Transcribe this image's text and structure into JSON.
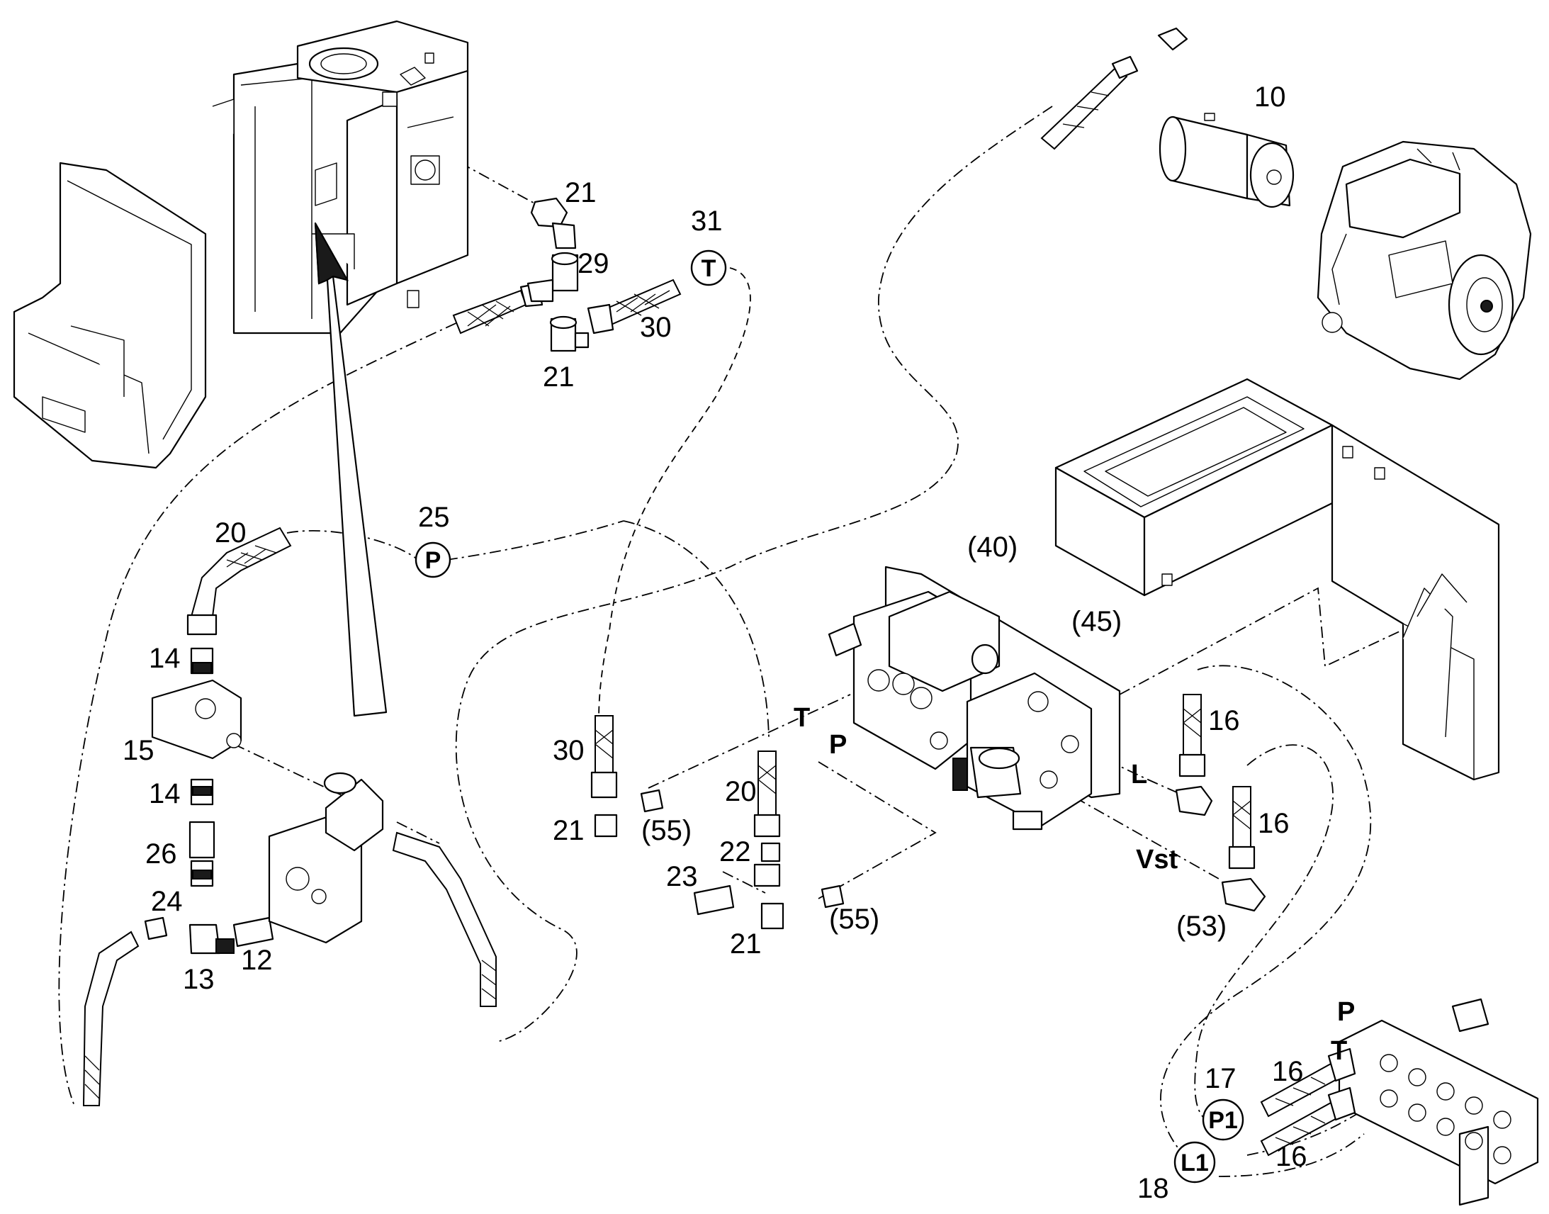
{
  "diagram": {
    "callouts": {
      "c10": "10",
      "c21a": "21",
      "c29": "29",
      "c31": "31",
      "c30a": "30",
      "c21b": "21",
      "c25": "25",
      "c20a": "20",
      "c14a": "14",
      "c15": "15",
      "c14b": "14",
      "c26": "26",
      "c24": "24",
      "c13": "13",
      "c12": "12",
      "c40": "(40)",
      "c45": "(45)",
      "c30b": "30",
      "c21c": "21",
      "c55a": "(55)",
      "c20b": "20",
      "c22": "22",
      "c23": "23",
      "c21d": "21",
      "c55b": "(55)",
      "c16a": "16",
      "c16b": "16",
      "c53": "(53)",
      "c17": "17",
      "c16c": "16",
      "c16d": "16",
      "c18": "18"
    },
    "ports": {
      "T_block": "T",
      "P_block": "P",
      "L_block": "L",
      "Vst_block": "Vst",
      "P_manifold": "P",
      "T_manifold": "T"
    },
    "connectors": {
      "T_conn": "T",
      "P_conn": "P",
      "P1_conn": "P1",
      "L1_conn": "L1"
    }
  }
}
